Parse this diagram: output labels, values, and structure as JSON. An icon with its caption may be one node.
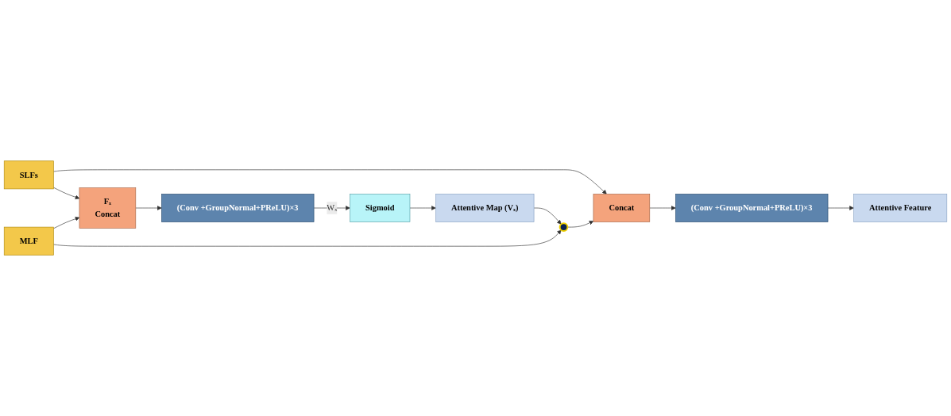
{
  "diagram": {
    "nodes": [
      {
        "text": [
          "SLFs"
        ]
      },
      {
        "text": [
          "MLF"
        ]
      },
      {
        "text": [
          "Fₓ",
          "Concat"
        ]
      },
      {
        "text": [
          "(Conv +GroupNormal+PReLU)×3"
        ]
      },
      {
        "text": [
          "Sigmoid"
        ]
      },
      {
        "text": [
          "Attentive Map (Vₓ)"
        ]
      },
      {
        "text": [],
        "shape": "circle"
      },
      {
        "text": [
          "Concat"
        ]
      },
      {
        "text": [
          "(Conv +GroupNormal+PReLU)×3"
        ]
      },
      {
        "text": [
          "Attentive Feature"
        ]
      }
    ],
    "edges": [
      {
        "from": 0,
        "to": 7,
        "arrow": "to"
      },
      {
        "from": 0,
        "to": 2,
        "arrow": "to"
      },
      {
        "from": 1,
        "to": 2,
        "arrow": "to"
      },
      {
        "from": 1,
        "to": 6,
        "arrow": "to"
      },
      {
        "from": 2,
        "to": 3,
        "arrow": "to"
      },
      {
        "from": 3,
        "to": 4,
        "arrow": "to",
        "label": "Wₓ"
      },
      {
        "from": 4,
        "to": 5,
        "arrow": "to"
      },
      {
        "from": 5,
        "to": 6,
        "arrow": "to"
      },
      {
        "from": 6,
        "to": 7,
        "arrow": "to"
      },
      {
        "from": 7,
        "to": 8,
        "arrow": "to"
      },
      {
        "from": 8,
        "to": 9,
        "arrow": "to"
      }
    ]
  }
}
